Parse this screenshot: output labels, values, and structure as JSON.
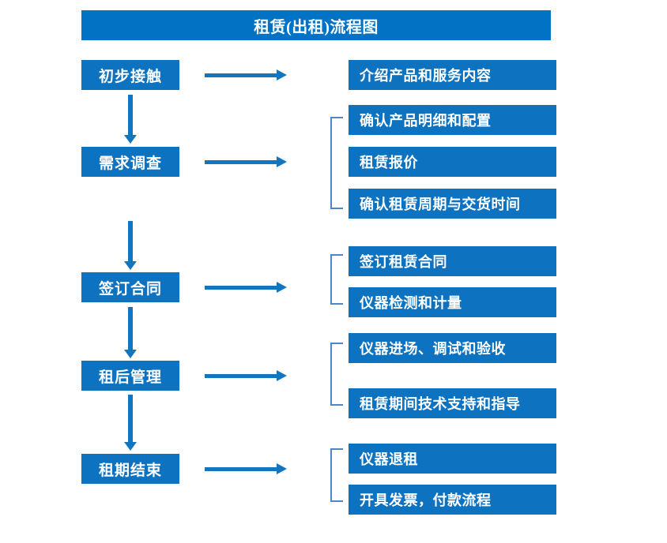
{
  "title": "租赁(出租)流程图",
  "theme": {
    "banner_color": "#0272c4",
    "box_color": "#0d72c0",
    "arrow_color": "#1275c0",
    "bracket_color": "#4e87c8",
    "text_color": "#ffffff",
    "background": "#ffffff"
  },
  "chart_data": {
    "type": "diagram",
    "title": "租赁(出租)流程图",
    "stages": [
      {
        "label": "初步接触",
        "details": [
          "介绍产品和服务内容"
        ],
        "grouped": false
      },
      {
        "label": "需求调查",
        "details": [
          "确认产品明细和配置",
          "租赁报价",
          "确认租赁周期与交货时间"
        ],
        "grouped": true
      },
      {
        "label": "签订合同",
        "details": [
          "签订租赁合同",
          "仪器检测和计量"
        ],
        "grouped": true
      },
      {
        "label": "租后管理",
        "details": [
          "仪器进场、调试和验收",
          "租赁期间技术支持和指导"
        ],
        "grouped": true
      },
      {
        "label": "租期结束",
        "details": [
          "仪器退租",
          "开具发票，付款流程"
        ],
        "grouped": true
      }
    ]
  },
  "stages": {
    "s0": {
      "label": "初步接触"
    },
    "s1": {
      "label": "需求调查"
    },
    "s2": {
      "label": "签订合同"
    },
    "s3": {
      "label": "租后管理"
    },
    "s4": {
      "label": "租期结束"
    }
  },
  "details": {
    "d0": "介绍产品和服务内容",
    "d1": "确认产品明细和配置",
    "d2": "租赁报价",
    "d3": "确认租赁周期与交货时间",
    "d4": "签订租赁合同",
    "d5": "仪器检测和计量",
    "d6": "仪器进场、调试和验收",
    "d7": "租赁期间技术支持和指导",
    "d8": "仪器退租",
    "d9": "开具发票，付款流程"
  }
}
